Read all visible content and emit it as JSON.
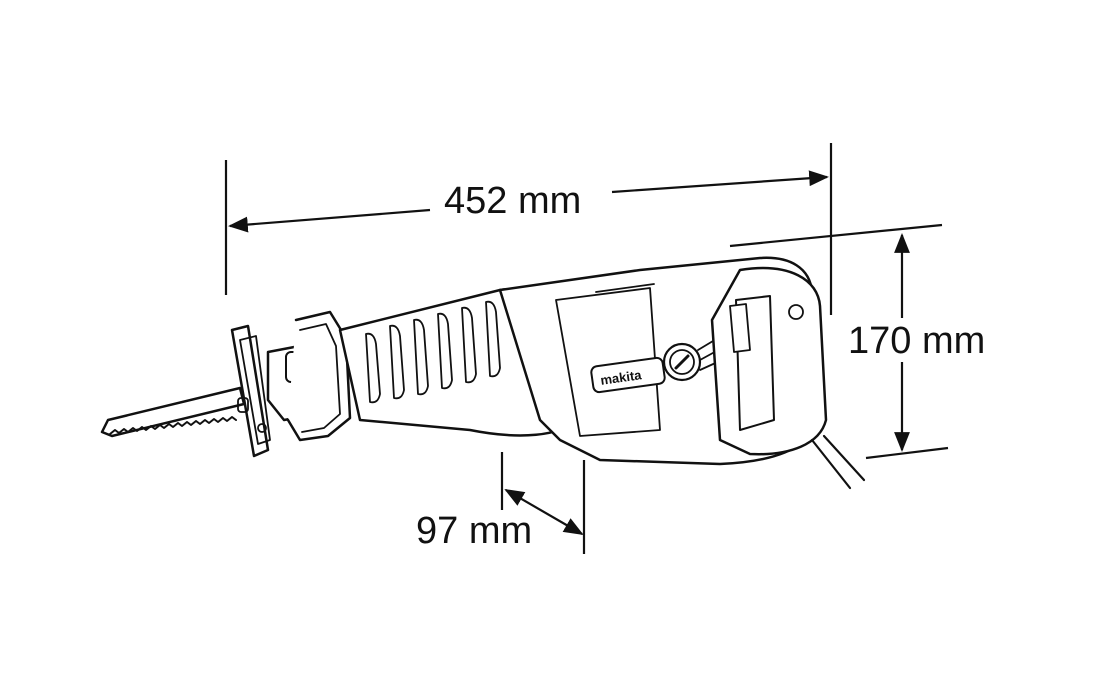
{
  "diagram": {
    "subject": "reciprocating saw",
    "brand_badge": "makita",
    "colors": {
      "line": "#111111",
      "background": "#ffffff"
    },
    "dimensions": {
      "length": {
        "label": "452 mm",
        "value": 452,
        "unit": "mm"
      },
      "height": {
        "label": "170 mm",
        "value": 170,
        "unit": "mm"
      },
      "grip_width": {
        "label": "97 mm",
        "value": 97,
        "unit": "mm"
      }
    }
  }
}
